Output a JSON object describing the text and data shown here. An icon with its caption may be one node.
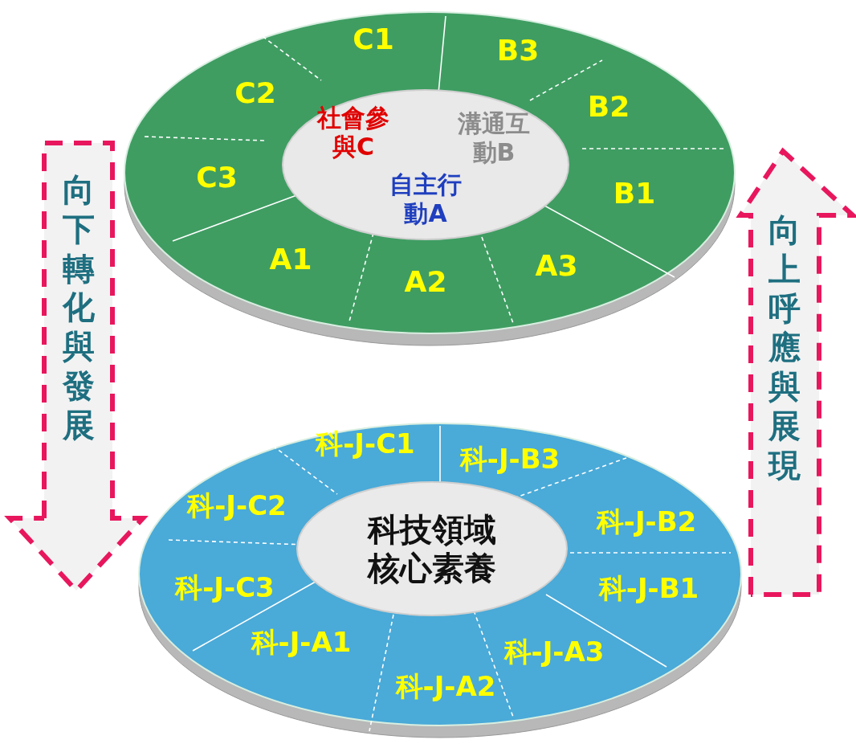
{
  "diagram": {
    "nodes": [
      {
        "text": [
          "C1",
          "B3",
          "C2",
          "B2",
          "C3",
          "B1",
          "A1",
          "A3",
          "A2"
        ]
      },
      {
        "text": [
          "社會參與C",
          "溝通互動B",
          "自主行動A"
        ],
        "in": 0
      },
      {
        "text": [
          "科-J-C1",
          "科-J-B3",
          "科-J-C2",
          "科-J-B2",
          "科-J-C3",
          "科-J-B1",
          "科-J-A1",
          "科-J-A3",
          "科-J-A2"
        ]
      },
      {
        "text": [
          "科技領域核心素養"
        ],
        "in": 2
      }
    ],
    "edges": [
      {
        "from": 0,
        "to": 2,
        "arrow": "to",
        "label": "向下轉化與發展",
        "style": "dashed"
      },
      {
        "from": 2,
        "to": 0,
        "arrow": "to",
        "label": "向上呼應與展現",
        "style": "dashed"
      }
    ]
  }
}
